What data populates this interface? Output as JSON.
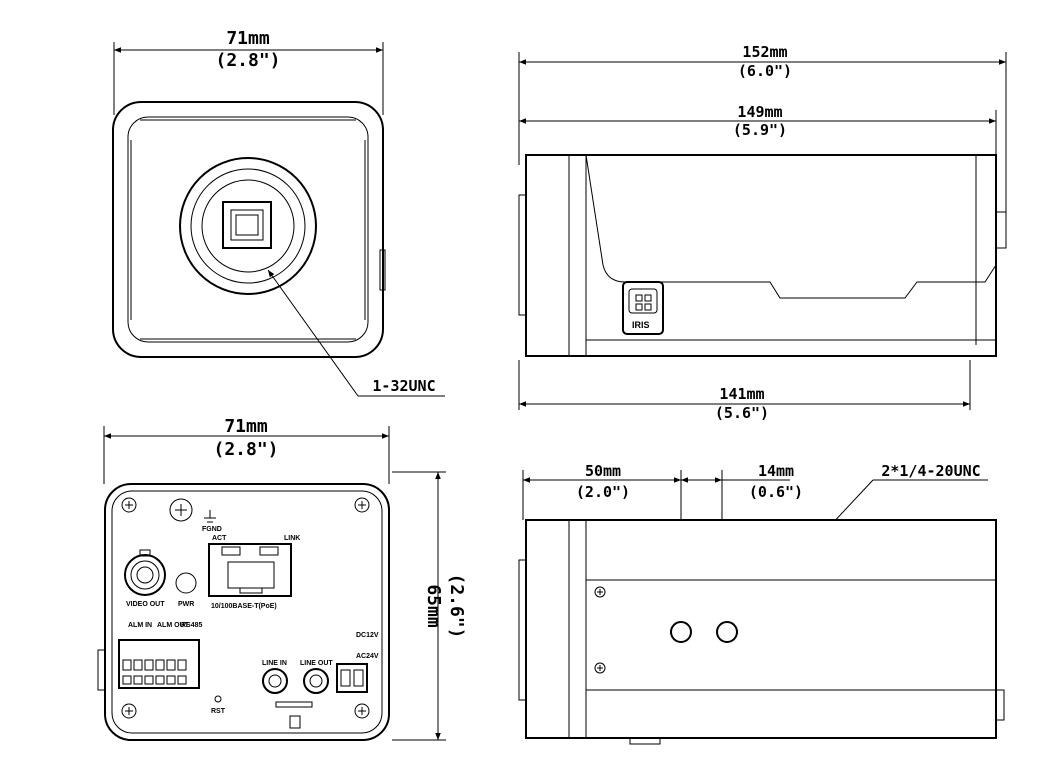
{
  "front_view": {
    "width_mm": "71mm",
    "width_in": "(2.8\")",
    "lens_thread": "1-32UNC"
  },
  "rear_view": {
    "width_mm": "71mm",
    "width_in": "(2.8\")",
    "height_mm": "65mm",
    "height_in": "(2.6\")",
    "labels": {
      "video_out": "VIDEO OUT",
      "pwr": "PWR",
      "act": "ACT",
      "link": "LINK",
      "ethernet": "10/100BASE-T(PoE)",
      "alm_in": "ALM IN",
      "alm_out": "ALM OUT",
      "rs485": "RS485",
      "line_in": "LINE IN",
      "line_out": "LINE OUT",
      "rst": "RST",
      "power_in": "DC12V",
      "power_in2": "AC24V",
      "gnd": "FGND"
    }
  },
  "side_view": {
    "overall_mm": "152mm",
    "overall_in": "(6.0\")",
    "body_mm": "149mm",
    "body_in": "(5.9\")",
    "bottom_mm": "141mm",
    "bottom_in": "(5.6\")",
    "iris_label": "IRIS"
  },
  "bottom_view": {
    "offset_mm": "50mm",
    "offset_in": "(2.0\")",
    "spacing_mm": "14mm",
    "spacing_in": "(0.6\")",
    "mount_thread": "2*1/4-20UNC"
  }
}
